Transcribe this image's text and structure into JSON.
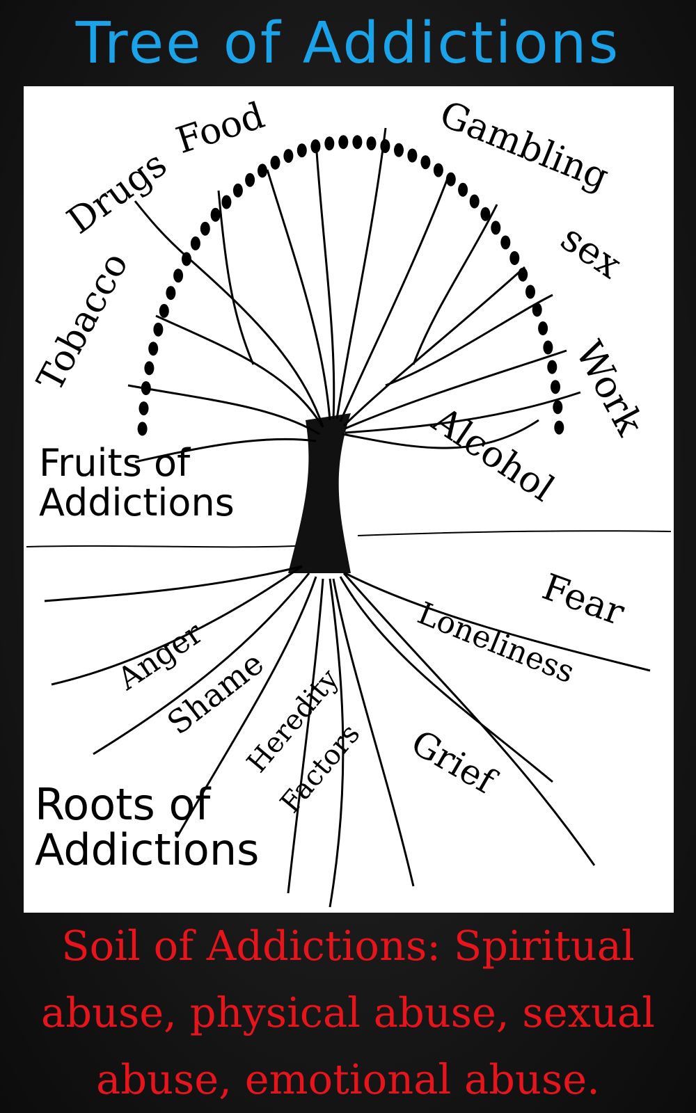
{
  "title": "Tree of Addictions",
  "fruits": {
    "heading_line1": "Fruits of",
    "heading_line2": "Addictions",
    "items": [
      "Tobacco",
      "Drugs",
      "Food",
      "Gambling",
      "sex",
      "Work",
      "Alcohol"
    ]
  },
  "roots": {
    "heading_line1": "Roots of",
    "heading_line2": "Addictions",
    "items": [
      "Anger",
      "Shame",
      "Heredity",
      "Factors",
      "Grief",
      "Loneliness",
      "Fear"
    ]
  },
  "soil": {
    "line1": "Soil of Addictions: Spiritual",
    "line2": "abuse, physical abuse, sexual",
    "line3": "abuse, emotional abuse."
  },
  "colors": {
    "title": "#1aa3e8",
    "soil_text": "#e8141b",
    "background": "#161616",
    "panel": "#ffffff",
    "ink": "#000000"
  }
}
